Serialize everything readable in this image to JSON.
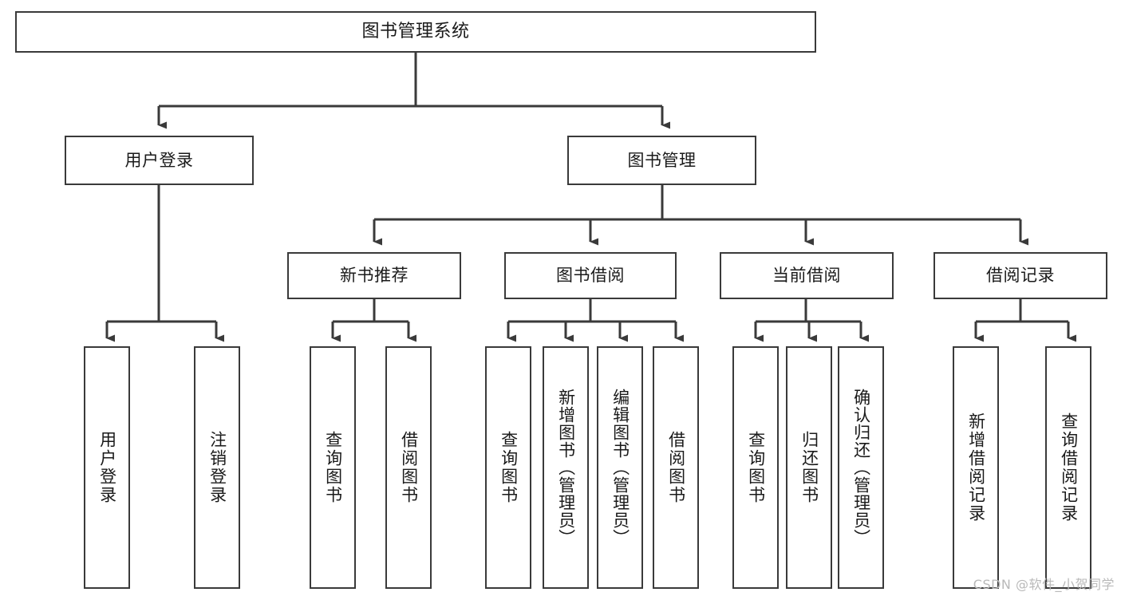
{
  "diagram": {
    "title": "图书管理系统",
    "type": "tree-hierarchy-diagram",
    "colors": {
      "box_border": "#3a3a3a",
      "line": "#3a3a3a",
      "background": "#ffffff",
      "text": "#1a1a1a",
      "watermark": "#b9b9b9"
    },
    "levels": {
      "root": "图书管理系统",
      "level2": [
        "用户登录",
        "图书管理"
      ],
      "level3": [
        "新书推荐",
        "图书借阅",
        "当前借阅",
        "借阅记录"
      ]
    },
    "nodes": {
      "root": {
        "label": "图书管理系统"
      },
      "user_login": {
        "label": "用户登录"
      },
      "book_manage": {
        "label": "图书管理"
      },
      "new_book_rec": {
        "label": "新书推荐"
      },
      "book_borrow": {
        "label": "图书借阅"
      },
      "current_borrow": {
        "label": "当前借阅"
      },
      "borrow_record": {
        "label": "借阅记录"
      },
      "leaf_user_login": {
        "label": "用户登录"
      },
      "leaf_user_logout": {
        "label": "注销登录"
      },
      "leaf_query_book_a": {
        "label": "查询图书"
      },
      "leaf_borrow_book_a": {
        "label": "借阅图书"
      },
      "leaf_query_book_b": {
        "label": "查询图书"
      },
      "leaf_add_book": {
        "label": "新增图书（管理员）"
      },
      "leaf_edit_book": {
        "label": "编辑图书（管理员）"
      },
      "leaf_borrow_book_b": {
        "label": "借阅图书"
      },
      "leaf_query_book_c": {
        "label": "查询图书"
      },
      "leaf_return_book": {
        "label": "归还图书"
      },
      "leaf_confirm_return": {
        "label": "确认归还（管理员）"
      },
      "leaf_add_record": {
        "label": "新增借阅记录"
      },
      "leaf_query_record": {
        "label": "查询借阅记录"
      }
    },
    "watermark": "CSDN @软件_小贺同学"
  }
}
